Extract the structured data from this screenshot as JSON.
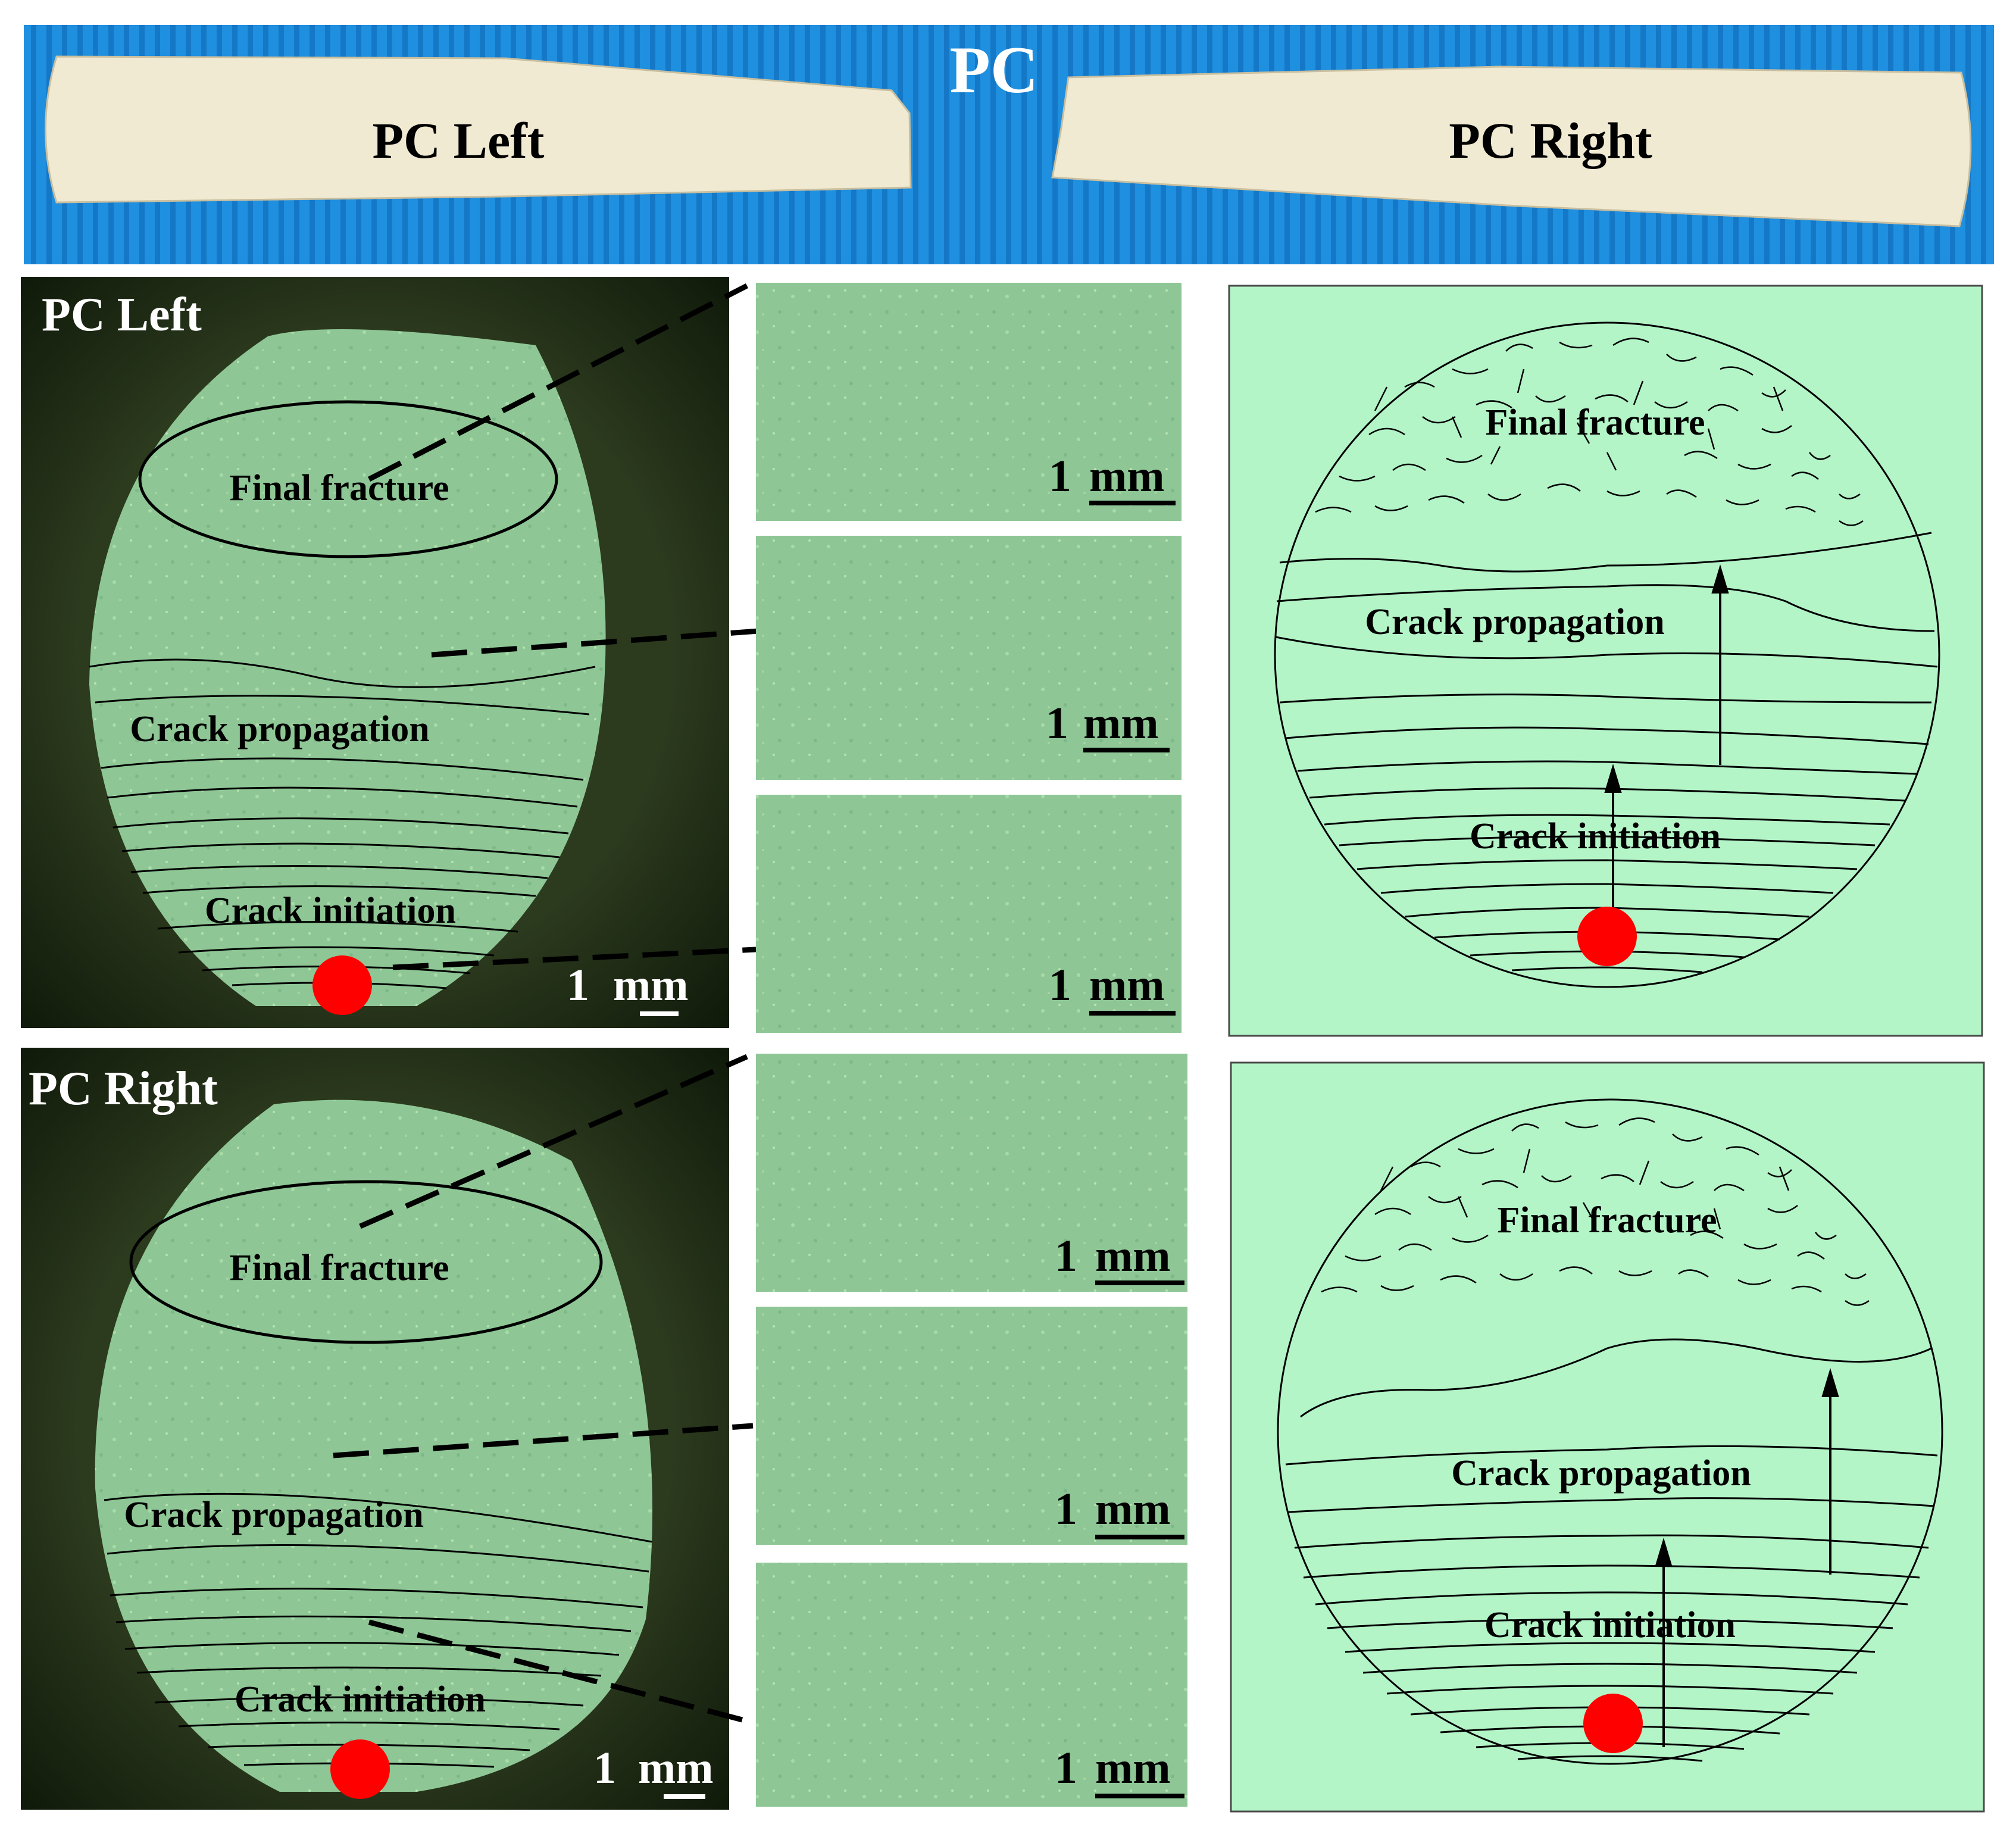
{
  "top": {
    "title": "PC",
    "left_label": "PC Left",
    "right_label": "PC Right"
  },
  "panels": {
    "left_title": "PC Left",
    "right_title": "PC Right"
  },
  "regions": {
    "final": "Final fracture",
    "propagation": "Crack propagation",
    "initiation": "Crack initiation"
  },
  "scale": {
    "num": "1",
    "unit": "mm"
  },
  "colors": {
    "blue_bg": "#1f8fe0",
    "specimen": "#f1ead2",
    "micro_green": "#8fc596",
    "schematic_bg": "#b4f5c8",
    "dark_bg": "#1c2814",
    "origin": "#ff0000"
  }
}
